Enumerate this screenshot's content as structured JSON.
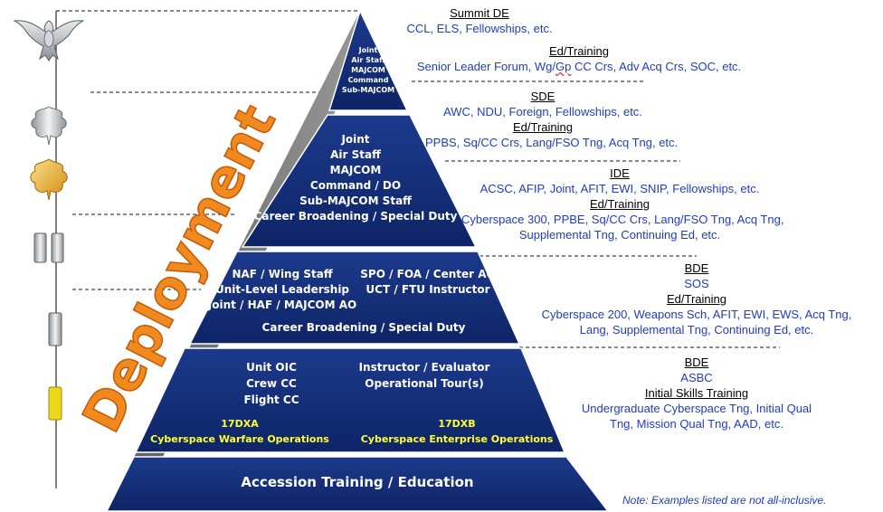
{
  "deployment_label": "Deployment",
  "pyramid": {
    "tier1": [
      "Joint",
      "Air Staff",
      "MAJCOM",
      "Command",
      "Sub-MAJCOM"
    ],
    "tier2": [
      "Joint",
      "Air Staff",
      "MAJCOM",
      "Command / DO",
      "Sub-MAJCOM Staff",
      "Career Broadening / Special Duty"
    ],
    "tier3": {
      "left": [
        "NAF / Wing Staff",
        "Unit-Level Leadership",
        "Joint / HAF / MAJCOM AO"
      ],
      "right": [
        "SPO / FOA / Center AO",
        "UCT / FTU Instructor"
      ],
      "bottom": "Career Broadening / Special Duty"
    },
    "tier4": {
      "left": [
        "Unit OIC",
        "Crew CC",
        "Flight CC"
      ],
      "right": [
        "Instructor / Evaluator",
        "Operational Tour(s)"
      ],
      "code_a": "17DXA",
      "title_a": "Cyberspace Warfare Operations",
      "code_b": "17DXB",
      "title_b": "Cyberspace Enterprise Operations"
    },
    "base": "Accession Training / Education"
  },
  "right": {
    "g1": {
      "head": "Summit DE",
      "items": [
        "CCL, ELS, Fellowships, etc."
      ],
      "sub": "Ed/Training",
      "items2_pre": "Senior Leader Forum, Wg/",
      "items2_gp": "Gp",
      "items2_post": " CC Crs, Adv Acq Crs, SOC, etc."
    },
    "g2": {
      "head": "SDE",
      "items": [
        "AWC, NDU, Foreign, Fellowships, etc."
      ],
      "sub": "Ed/Training",
      "items2": [
        "PPBS, Sq/CC Crs, Lang/FSO Tng, Acq Tng, etc."
      ]
    },
    "g3": {
      "head": "IDE",
      "items": [
        "ACSC, AFIP, Joint, AFIT, EWI, SNIP, Fellowships, etc."
      ],
      "sub": "Ed/Training",
      "items2": [
        "Cyberspace 300, PPBE, Sq/CC Crs, Lang/FSO Tng, Acq Tng,",
        "Supplemental Tng, Continuing Ed, etc."
      ]
    },
    "g4": {
      "head": "BDE",
      "items": [
        "SOS"
      ],
      "sub": "Ed/Training",
      "items2": [
        "Cyberspace 200, Weapons Sch, AFIT, EWI, EWS, Acq Tng,",
        "Lang, Supplemental Tng, Continuing Ed, etc."
      ]
    },
    "g5": {
      "head": "BDE",
      "items": [
        "ASBC"
      ],
      "sub": "Initial Skills Training",
      "items2": [
        "Undergraduate Cyberspace Tng, Initial Qual",
        "Tng, Mission Qual Tng, AAD, etc."
      ]
    }
  },
  "insignia": [
    {
      "name": "colonel-eagle-icon",
      "color": "#c0c4c8"
    },
    {
      "name": "lt-colonel-silver-oak-leaf-icon",
      "color": "#c8cacc"
    },
    {
      "name": "major-gold-oak-leaf-icon",
      "color": "#e8a820"
    },
    {
      "name": "captain-double-bars-icon",
      "color": "#b8bcc0"
    },
    {
      "name": "first-lt-silver-bar-icon",
      "color": "#b8bcc0"
    },
    {
      "name": "second-lt-gold-bar-icon",
      "color": "#e8d020"
    }
  ],
  "note": "Note:  Examples listed are not all-inclusive."
}
